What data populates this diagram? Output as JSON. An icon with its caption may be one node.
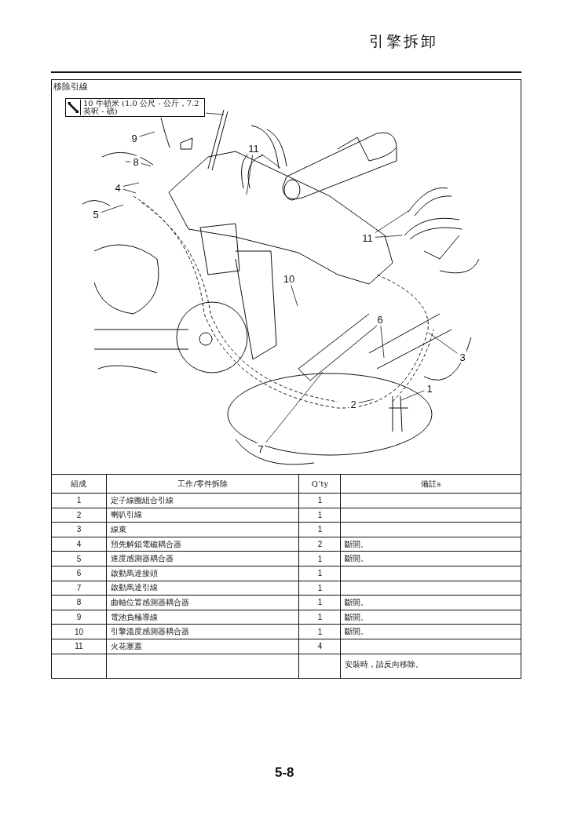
{
  "diagram": {
    "title": "引擎拆卸",
    "nodes": [
      {
        "text": [
          "10 牛頓米 (1.0 公尺 - 公斤，7.2 英呎 - 磅)"
        ]
      },
      {
        "text": [
          "9"
        ]
      },
      {
        "text": [
          "8"
        ]
      },
      {
        "text": [
          "11"
        ]
      },
      {
        "text": [
          "4"
        ]
      },
      {
        "text": [
          "5"
        ]
      },
      {
        "text": [
          "11"
        ]
      },
      {
        "text": [
          "10"
        ]
      },
      {
        "text": [
          "6"
        ]
      },
      {
        "text": [
          "3"
        ]
      },
      {
        "text": [
          "1"
        ]
      },
      {
        "text": [
          "2"
        ]
      },
      {
        "text": [
          "7"
        ]
      }
    ],
    "edges": [
      {
        "from": 0,
        "to": null,
        "arrow": "none"
      },
      {
        "from": 1,
        "to": null,
        "arrow": "none"
      },
      {
        "from": 2,
        "to": null,
        "arrow": "none"
      },
      {
        "from": 2,
        "to": null,
        "arrow": "none"
      },
      {
        "from": 3,
        "to": null,
        "arrow": "none"
      },
      {
        "from": 3,
        "to": null,
        "arrow": "none"
      },
      {
        "from": 4,
        "to": null,
        "arrow": "none"
      },
      {
        "from": 4,
        "to": null,
        "arrow": "none"
      },
      {
        "from": 5,
        "to": null,
        "arrow": "none"
      },
      {
        "from": 6,
        "to": null,
        "arrow": "none"
      },
      {
        "from": 6,
        "to": null,
        "arrow": "none"
      },
      {
        "from": 7,
        "to": null,
        "arrow": "none"
      },
      {
        "from": 8,
        "to": null,
        "arrow": "none"
      },
      {
        "from": 9,
        "to": null,
        "arrow": "none"
      },
      {
        "from": 10,
        "to": null,
        "arrow": "none"
      },
      {
        "from": 11,
        "to": null,
        "arrow": "none"
      },
      {
        "from": 12,
        "to": null,
        "arrow": "none"
      }
    ],
    "labels": [
      "移除引線",
      "組成",
      "工作/零件拆除",
      "Q’ty",
      "備註s",
      "1",
      "定子線圈組合引線",
      "1",
      "2",
      "喇叭引線",
      "1",
      "3",
      "線束",
      "1",
      "4",
      "預先解鎖電磁耦合器",
      "2",
      "斷開。",
      "5",
      "速度感測器耦合器",
      "1",
      "斷開。",
      "6",
      "啟動馬達接頭",
      "1",
      "7",
      "啟動馬達引線",
      "1",
      "8",
      "曲軸位置感測器耦合器",
      "1",
      "斷開。",
      "9",
      "電池負極導線",
      "1",
      "斷開。",
      "10",
      "引擎溫度感測器耦合器",
      "1",
      "斷開。",
      "11",
      "火花塞蓋",
      "4",
      "安裝時，請反向移除。",
      "5-8"
    ]
  }
}
